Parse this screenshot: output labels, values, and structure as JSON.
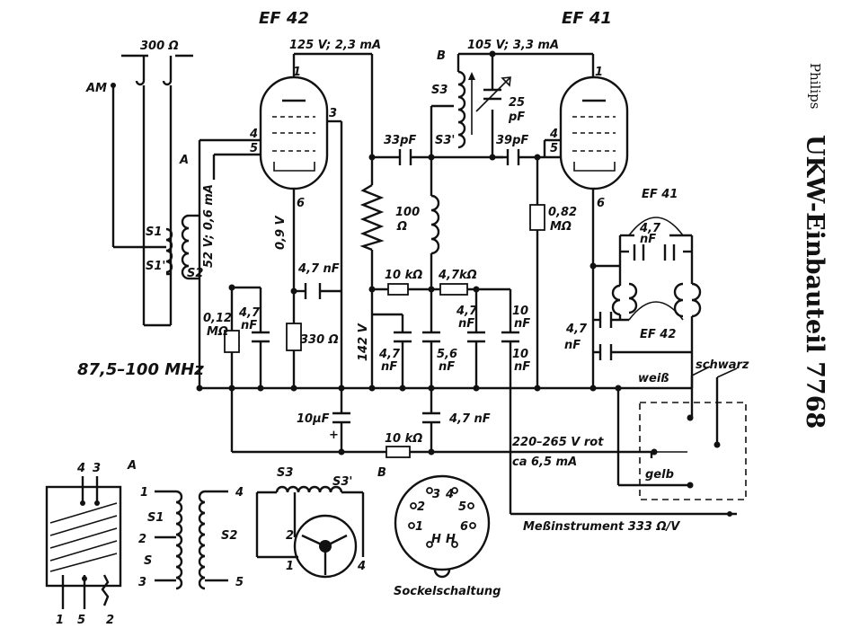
{
  "brand": "Philips",
  "title": "UKW-Einbauteil 7768",
  "tubes": {
    "left": "EF 42",
    "right": "EF 41"
  },
  "labels": {
    "antenna_imp": "300 Ω",
    "am": "AM",
    "coil_a": "A",
    "s1": "S1",
    "s1p": "S1'",
    "s2": "S2",
    "v52": "52 V; 0,6 mA",
    "r012": "0,12",
    "mohm": "MΩ",
    "c47": "4,7",
    "nf": "nF",
    "v09": "0,9 V",
    "c47nf": "4,7 nF",
    "r330": "330 Ω",
    "freq": "87,5–100 MHz",
    "v125": "125 V; 2,3 mA",
    "pin1": "1",
    "pin3": "3",
    "pin4": "4",
    "pin5": "5",
    "pin6": "6",
    "c33": "33pF",
    "v142": "142 V",
    "r100": "100",
    "ohm": "Ω",
    "r10k": "10 kΩ",
    "r47k": "4,7kΩ",
    "c56": "5,6",
    "c10": "10",
    "v105": "105 V; 3,3 mA",
    "b": "B",
    "s3": "S3",
    "s3p": "S3'",
    "c25": "25",
    "pf": "pF",
    "c39": "39pF",
    "r082": "0,82",
    "ef41_small": "EF 41",
    "ef42_small": "EF 42",
    "c47s": "4,7",
    "c47nf_b": "4,7",
    "schwarz": "schwarz",
    "weiss": "weiß",
    "c10uf": "10μF",
    "plus": "+",
    "r10k_b": "10 kΩ",
    "supply_v": "220–265 V rot",
    "supply_i": "ca 6,5 mA",
    "gelb": "gelb",
    "meter": "Meßinstrument 333 Ω/V",
    "detail_a": "A",
    "det_4": "4",
    "det_3": "3",
    "det_1": "1",
    "det_5": "5",
    "det_2": "2",
    "coil_1": "1",
    "coil_2": "2",
    "coil_3": "3",
    "coil_4": "4",
    "coil_5": "5",
    "coil_s1": "S1",
    "coil_s": "S",
    "coil_s2": "S2",
    "sw_s3": "S3",
    "sw_s3p": "S3'",
    "sw_b": "B",
    "sw_2": "2",
    "sw_1": "1",
    "sw_4": "4",
    "sock_3": "3",
    "sock_4": "4",
    "sock_2": "2",
    "sock_5": "5",
    "sock_1": "1",
    "sock_6": "6",
    "sock_h1": "H",
    "sock_h2": "H",
    "sockel": "Sockelschaltung"
  }
}
